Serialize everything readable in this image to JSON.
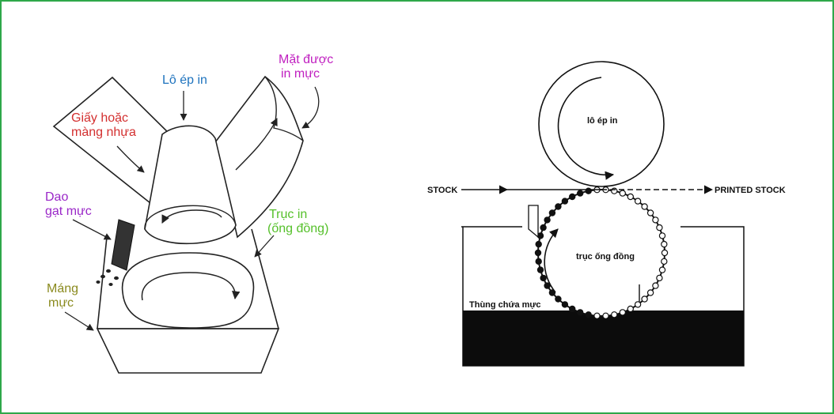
{
  "colors": {
    "frame_border": "#2ea84a",
    "blue": "#1e73be",
    "red": "#d32f2f",
    "magenta": "#c020c0",
    "purple": "#9a27c8",
    "green": "#55c02a",
    "olive": "#8a8a1e",
    "line": "#222222",
    "ink": "#111111"
  },
  "left_diagram": {
    "impression_roller": "Lô ép in",
    "printed_side": [
      "Mặt được",
      "in mực"
    ],
    "paper_or_film": [
      "Giấy hoặc",
      "màng nhựa"
    ],
    "doctor_blade": [
      "Dao",
      "gạt mực"
    ],
    "print_cylinder": [
      "Trục in",
      "(ống đồng)"
    ],
    "ink_pan": [
      "Máng",
      "mực"
    ]
  },
  "right_diagram": {
    "impression_roller": "lô ép in",
    "stock": "STOCK",
    "printed_stock": "PRINTED STOCK",
    "copper_cylinder": "trục ống đồng",
    "ink_tank": "Thùng chứa mực"
  }
}
